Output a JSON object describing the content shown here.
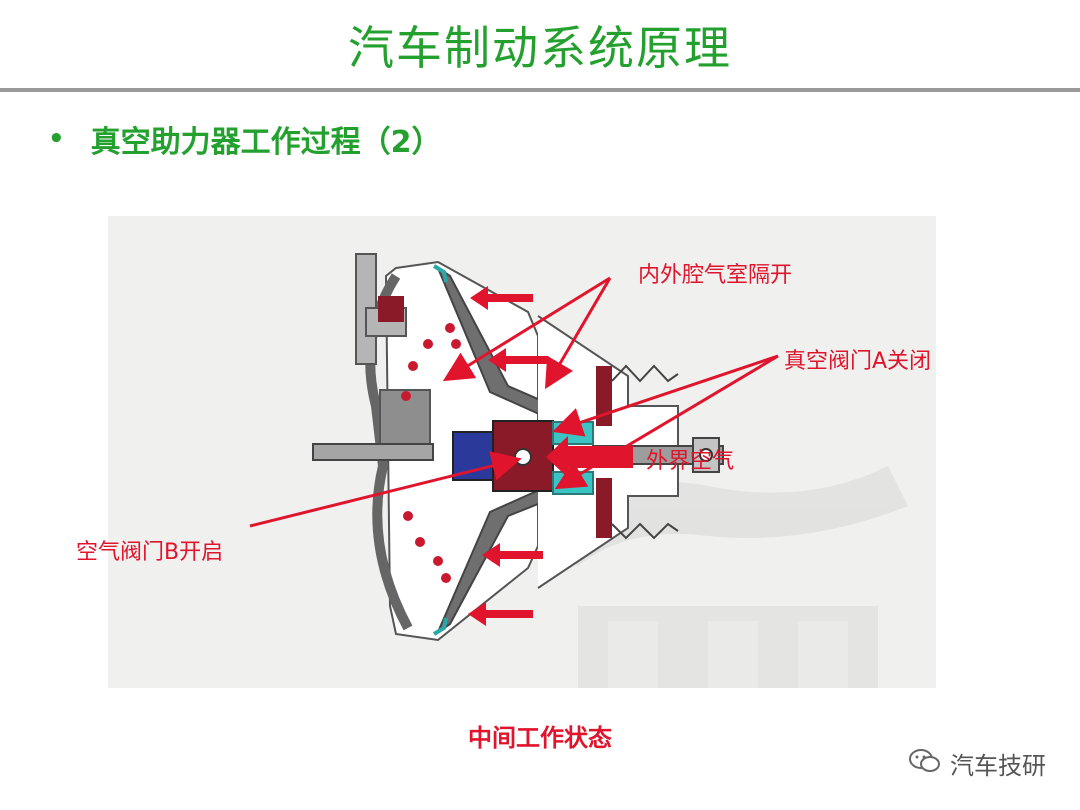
{
  "slide": {
    "title": "汽车制动系统原理",
    "bullet": "真空助力器工作过程（2）",
    "caption": "中间工作状态"
  },
  "diagram": {
    "labels": {
      "chamber_separated": "内外腔气室隔开",
      "vacuum_valve_a_closed": "真空阀门A关闭",
      "outside_air": "外界空气",
      "air_valve_b_open": "空气阀门B开启"
    }
  },
  "watermark": {
    "text": "汽车技研",
    "icon": "wechat-icon"
  },
  "colors": {
    "title_green": "#23a02e",
    "label_red": "#e0142c",
    "body_gray": "#8e8e8e"
  }
}
